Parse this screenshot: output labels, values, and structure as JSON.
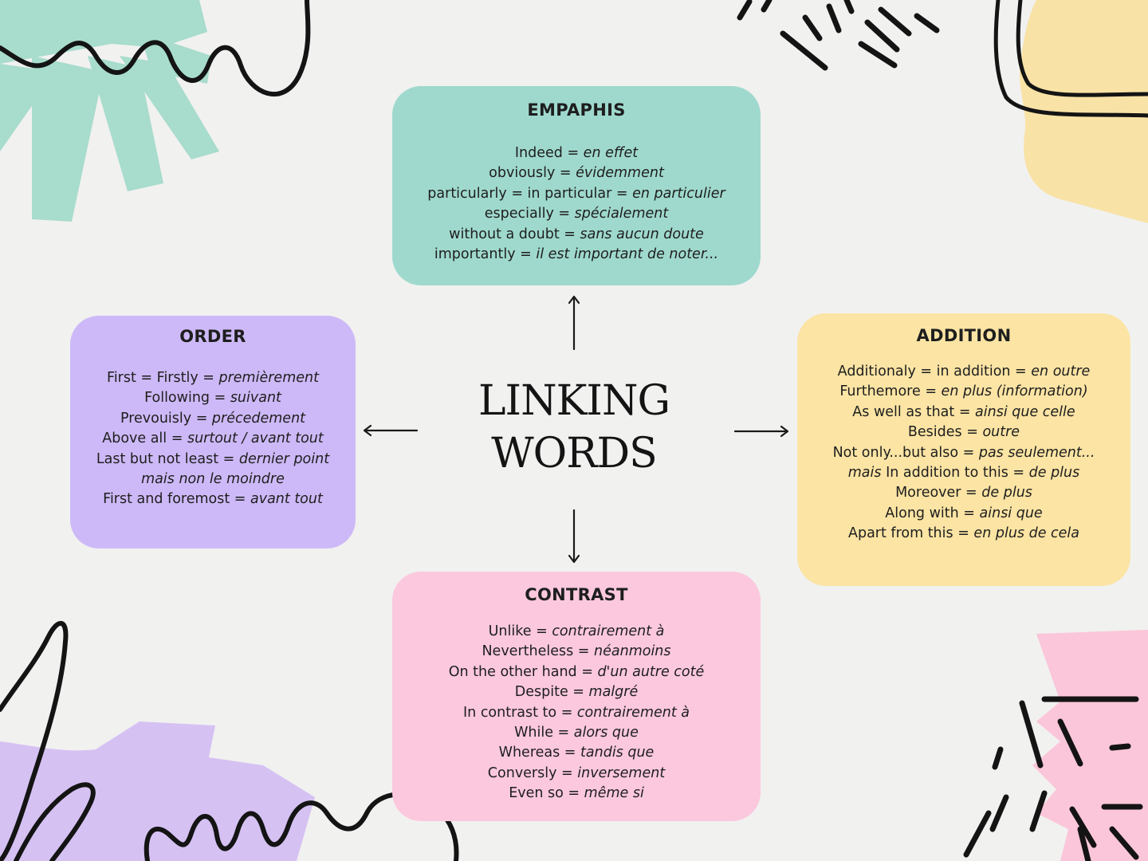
{
  "title": {
    "line1": "LINKING",
    "line2": "WORDS"
  },
  "colors": {
    "background": "#f1f1f0",
    "emphasis": "#9fd9cd",
    "order": "#cdb9f7",
    "addition": "#fbe4a4",
    "contrast": "#fbc8de",
    "deco_teal": "#a8dccc",
    "deco_yellow": "#f9e2a6",
    "deco_purple": "#d6c1f3",
    "deco_pink": "#fbc6d9"
  },
  "categories": [
    {
      "id": "emphasis",
      "heading": "EMPAPHIS",
      "lines": [
        [
          {
            "t": "Indeed = ",
            "i": false
          },
          {
            "t": "en effet",
            "i": true
          }
        ],
        [
          {
            "t": "obviously = ",
            "i": false
          },
          {
            "t": "évidemment",
            "i": true
          }
        ],
        [
          {
            "t": "particularly = in particular = ",
            "i": false
          },
          {
            "t": "en particulier",
            "i": true
          }
        ],
        [
          {
            "t": "especially = ",
            "i": false
          },
          {
            "t": "spécialement",
            "i": true
          }
        ],
        [
          {
            "t": "without a doubt = ",
            "i": false
          },
          {
            "t": "sans aucun doute",
            "i": true
          }
        ],
        [
          {
            "t": "importantly = ",
            "i": false
          },
          {
            "t": "il est important de noter...",
            "i": true
          }
        ]
      ]
    },
    {
      "id": "order",
      "heading": "ORDER",
      "lines": [
        [
          {
            "t": "First = Firstly = ",
            "i": false
          },
          {
            "t": "premièrement",
            "i": true
          }
        ],
        [
          {
            "t": "Following = ",
            "i": false
          },
          {
            "t": "suivant",
            "i": true
          }
        ],
        [
          {
            "t": "Prevouisly = ",
            "i": false
          },
          {
            "t": "précedement",
            "i": true
          }
        ],
        [
          {
            "t": "Above all = ",
            "i": false
          },
          {
            "t": "surtout / avant tout",
            "i": true
          }
        ],
        [
          {
            "t": "Last but not least = ",
            "i": false
          },
          {
            "t": "dernier point mais non le moindre",
            "i": true
          }
        ],
        [
          {
            "t": "First and foremost = ",
            "i": false
          },
          {
            "t": "avant tout",
            "i": true
          }
        ]
      ]
    },
    {
      "id": "addition",
      "heading": "ADDITION",
      "lines": [
        [
          {
            "t": "Additionaly = in addition = ",
            "i": false
          },
          {
            "t": "en outre",
            "i": true
          }
        ],
        [
          {
            "t": "Furthemore =  ",
            "i": false
          },
          {
            "t": "en plus (information)",
            "i": true
          }
        ],
        [
          {
            "t": "As well as that = ",
            "i": false
          },
          {
            "t": "ainsi que celle",
            "i": true
          }
        ],
        [
          {
            "t": "Besides = ",
            "i": false
          },
          {
            "t": "outre",
            "i": true
          }
        ],
        [
          {
            "t": "Not only...but also = ",
            "i": false
          },
          {
            "t": "pas seulement...",
            "i": true
          }
        ],
        [
          {
            "t": "mais",
            "i": true
          },
          {
            "t": " In addition to this = ",
            "i": false
          },
          {
            "t": "de plus",
            "i": true
          }
        ],
        [
          {
            "t": "Moreover = ",
            "i": false
          },
          {
            "t": "de plus",
            "i": true
          }
        ],
        [
          {
            "t": "Along with = ",
            "i": false
          },
          {
            "t": "ainsi que",
            "i": true
          }
        ],
        [
          {
            "t": "Apart from this = ",
            "i": false
          },
          {
            "t": "en plus de cela",
            "i": true
          }
        ]
      ]
    },
    {
      "id": "contrast",
      "heading": "CONTRAST",
      "lines": [
        [
          {
            "t": "Unlike = ",
            "i": false
          },
          {
            "t": "contrairement à",
            "i": true
          }
        ],
        [
          {
            "t": "Nevertheless = ",
            "i": false
          },
          {
            "t": "néanmoins",
            "i": true
          }
        ],
        [
          {
            "t": "On the other hand = ",
            "i": false
          },
          {
            "t": "d'un autre coté",
            "i": true
          }
        ],
        [
          {
            "t": "Despite = ",
            "i": false
          },
          {
            "t": "malgré",
            "i": true
          }
        ],
        [
          {
            "t": "In contrast to = ",
            "i": false
          },
          {
            "t": "contrairement à",
            "i": true
          }
        ],
        [
          {
            "t": "While = ",
            "i": false
          },
          {
            "t": "alors que",
            "i": true
          }
        ],
        [
          {
            "t": "Whereas = ",
            "i": false
          },
          {
            "t": "tandis que",
            "i": true
          }
        ],
        [
          {
            "t": "Conversly = ",
            "i": false
          },
          {
            "t": "inversement",
            "i": true
          }
        ],
        [
          {
            "t": "Even so = ",
            "i": false
          },
          {
            "t": "même si",
            "i": true
          }
        ]
      ]
    }
  ]
}
